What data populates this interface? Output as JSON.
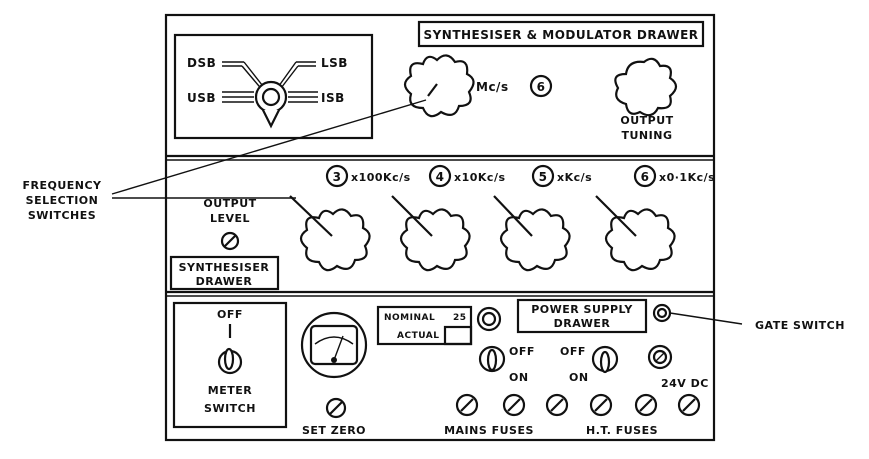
{
  "synth_modulator": {
    "title": "SYNTHESISER & MODULATOR DRAWER",
    "mode_labels": {
      "dsb": "DSB",
      "lsb": "LSB",
      "usb": "USB",
      "isb": "ISB"
    },
    "mcs_label": "Mc/s",
    "mcs_digit": "6",
    "output_tuning_line1": "OUTPUT",
    "output_tuning_line2": "TUNING"
  },
  "callouts": {
    "freq_line1": "FREQUENCY",
    "freq_line2": "SELECTION",
    "freq_line3": "SWITCHES",
    "gate_switch": "GATE SWITCH"
  },
  "synth_drawer": {
    "digits": [
      {
        "digit": "3",
        "label": "x100Kc/s"
      },
      {
        "digit": "4",
        "label": "x10Kc/s"
      },
      {
        "digit": "5",
        "label": "xKc/s"
      },
      {
        "digit": "6",
        "label": "x0·1Kc/s"
      }
    ],
    "output_level_line1": "OUTPUT",
    "output_level_line2": "LEVEL",
    "title_line1": "SYNTHESISER",
    "title_line2": "DRAWER"
  },
  "power_supply": {
    "meter_off": "OFF",
    "meter_label_line1": "METER",
    "meter_label_line2": "SWITCH",
    "nominal_label": "NOMINAL",
    "nominal_value": "25",
    "actual_label": "ACTUAL",
    "title_line1": "POWER SUPPLY",
    "title_line2": "DRAWER",
    "toggle1_off": "OFF",
    "toggle1_on": "ON",
    "toggle2_off": "OFF",
    "toggle2_on": "ON",
    "dc_label": "24V DC",
    "set_zero": "SET ZERO",
    "mains_fuses": "MAINS FUSES",
    "ht_fuses": "H.T. FUSES"
  }
}
